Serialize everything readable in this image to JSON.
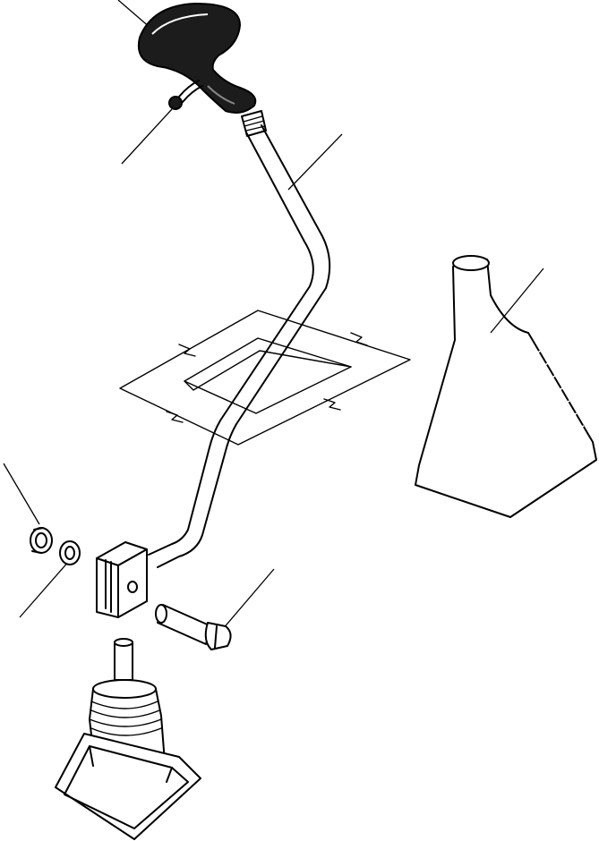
{
  "figure": {
    "description_text": "",
    "parts": [
      {
        "id": "knob",
        "icon": "shift-knob-icon"
      },
      {
        "id": "knob-screw",
        "icon": "screw-icon"
      },
      {
        "id": "lever",
        "icon": "shift-lever-icon"
      },
      {
        "id": "boot",
        "icon": "rubber-boot-icon"
      },
      {
        "id": "spacer",
        "icon": "spacer-icon"
      },
      {
        "id": "washer",
        "icon": "washer-icon"
      },
      {
        "id": "bracket",
        "icon": "lever-bracket-icon"
      },
      {
        "id": "bolt",
        "icon": "bolt-icon"
      },
      {
        "id": "control-valve",
        "icon": "control-valve-icon"
      },
      {
        "id": "floor-plate",
        "icon": "floor-plate-icon"
      }
    ]
  }
}
